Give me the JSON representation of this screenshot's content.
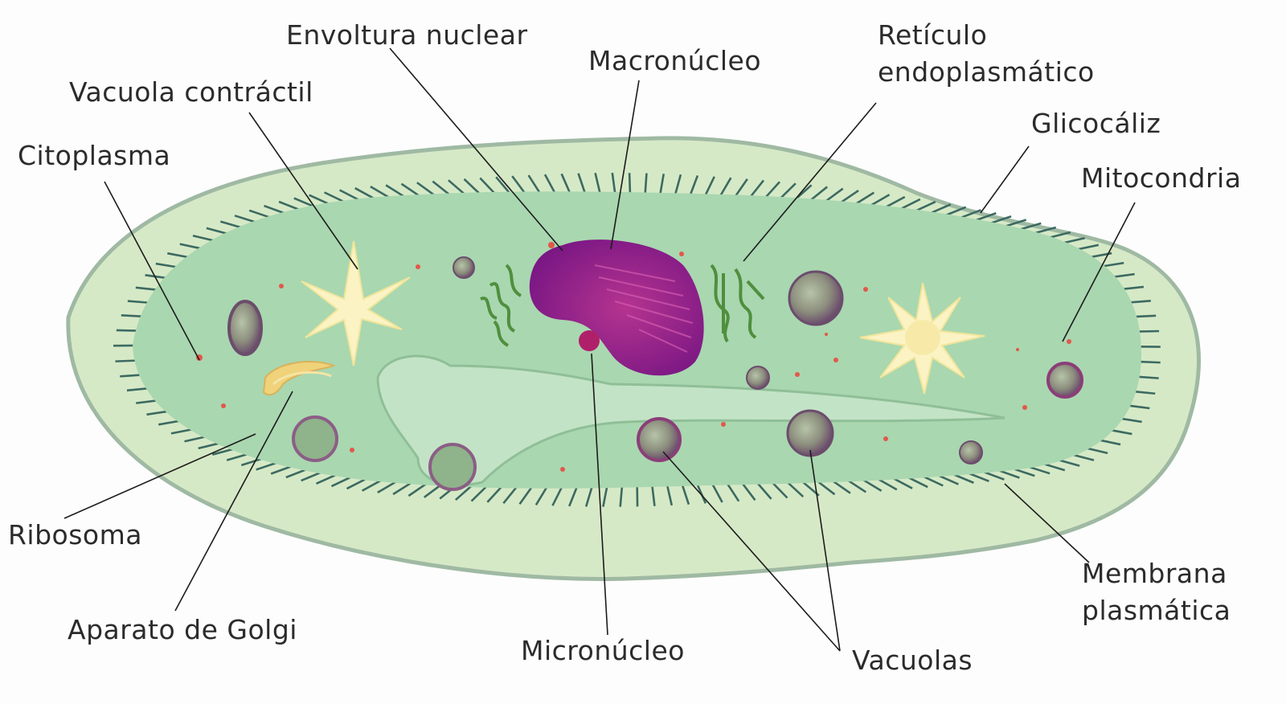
{
  "labels": {
    "envoltura_nuclear": "Envoltura nuclear",
    "macronucleo": "Macronúcleo",
    "reticulo_line1": "Retículo",
    "reticulo_line2": "endoplasmático",
    "vacuola_contractil": "Vacuola contráctil",
    "citoplasma": "Citoplasma",
    "glicocaliz": "Glicocáliz",
    "mitocondria": "Mitocondria",
    "ribosoma": "Ribosoma",
    "aparato_golgi": "Aparato de Golgi",
    "micronucleo": "Micronúcleo",
    "vacuolas": "Vacuolas",
    "membrana_line1": "Membrana",
    "membrana_line2": "plasmática"
  },
  "colors": {
    "background": "#fdfdfd",
    "pellicle": "#d6e9c6",
    "pellicle_edge": "#9fb9a3",
    "cytoplasm": "#a9d7b0",
    "cilia": "#3c6a62",
    "macronucleus": "#8b1a88",
    "micronucleus": "#b0206a",
    "vacuole": "#7f6b80",
    "contractile_vacuole": "#fbf3c4",
    "golgi": "#efd27a",
    "er": "#4f8f3e",
    "ribosome_dot": "#e2584a",
    "leader_line": "#1c1c1c",
    "label_text": "#2b2b2b"
  },
  "icons": [
    "paramecium-cell"
  ]
}
